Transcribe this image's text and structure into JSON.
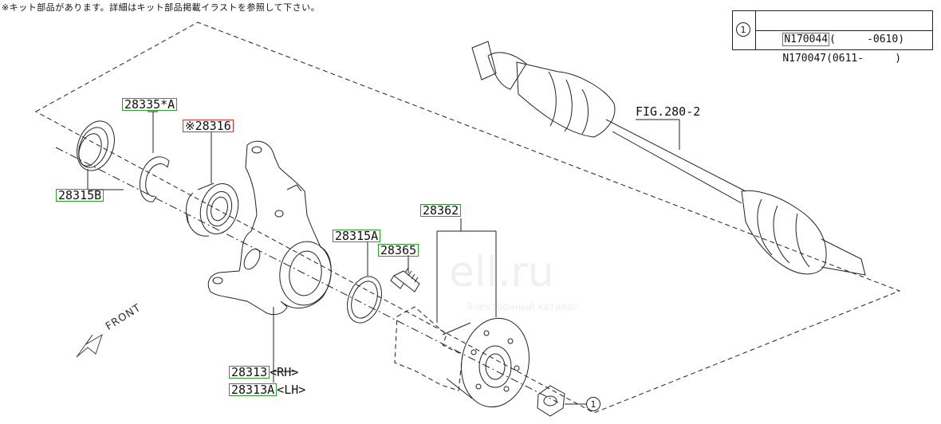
{
  "header_note": "※キット部品があります。詳細はキット部品掲載イラストを参照して下さい。",
  "legend": {
    "ref": "1",
    "rows": [
      {
        "part": "N170044",
        "range": "(     -0610)"
      },
      {
        "part": "N170047",
        "range": "(0611-     )"
      }
    ]
  },
  "parts": {
    "p28335A": "28335*A",
    "p28316": "※28316",
    "p28315B": "28315B",
    "p28362": "28362",
    "p28315A": "28315A",
    "p28365": "28365",
    "p28313": "28313",
    "p28313_suffix": "<RH>",
    "p28313A": "28313A",
    "p28313A_suffix": "<LH>"
  },
  "fig_ref": "FIG.280-2",
  "front_label": "FRONT",
  "callout_ref": "1",
  "watermark": "ell.ru",
  "watermark_sub": "Электронный каталог"
}
